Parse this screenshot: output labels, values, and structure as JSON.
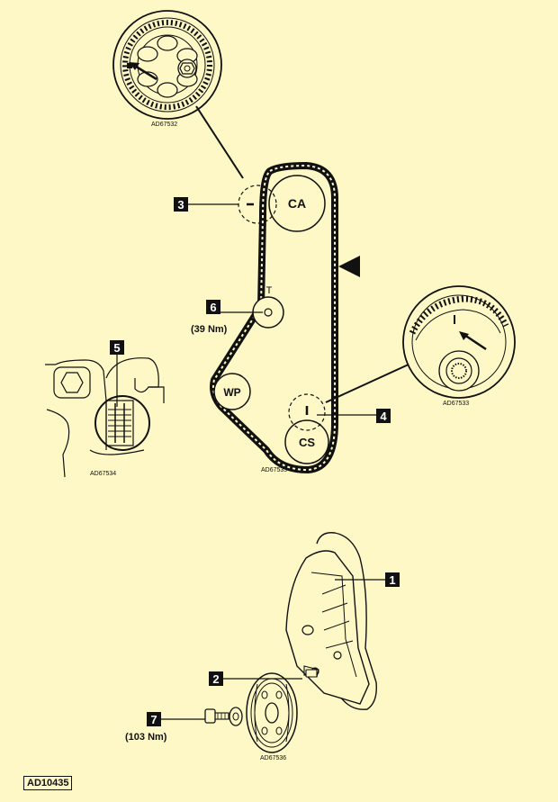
{
  "figure_id": "AD10435",
  "inset_refs": {
    "camshaft": "AD67532",
    "crankshaft": "AD67533",
    "pump_mark": "AD67534",
    "belt_route": "AD67535",
    "pulley": "AD67536"
  },
  "pulley_labels": {
    "camshaft": "CA",
    "tensioner": "T",
    "water_pump": "WP",
    "crankshaft": "CS"
  },
  "callouts": {
    "c1": "1",
    "c2": "2",
    "c3": "3",
    "c4": "4",
    "c5": "5",
    "c6": "6",
    "c7": "7"
  },
  "torques": {
    "tensioner": "(39 Nm)",
    "pulley_bolt": "(103 Nm)"
  },
  "colors": {
    "background": "#fdf8c5",
    "ink": "#111111",
    "callout_fill": "#111111"
  },
  "icons": {
    "direction": "rotation-direction-arrow-icon"
  }
}
